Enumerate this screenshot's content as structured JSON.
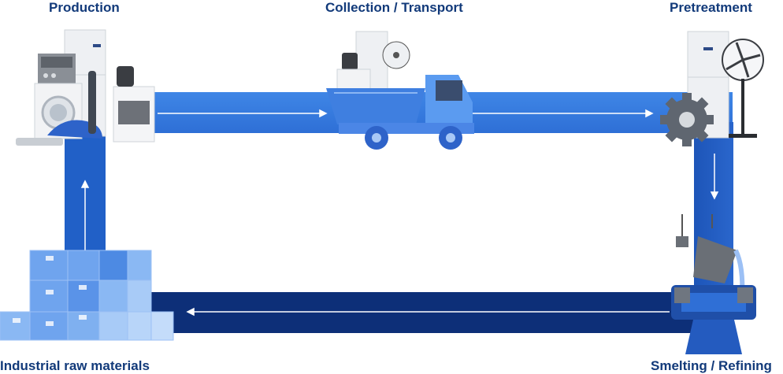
{
  "stages": {
    "production": "Production",
    "collection": "Collection / Transport",
    "pretreatment": "Pretreatment",
    "raw_materials": "Industrial raw materials",
    "smelting": "Smelting / Refining"
  },
  "colors": {
    "band_light": "#3a7fe0",
    "band_mid": "#2160c7",
    "band_dark": "#0d2f78",
    "label": "#123a7a",
    "box_light": "#7fb0f0",
    "box_mid": "#5d96e8"
  },
  "icons": {
    "production": "appliances-icon",
    "collection": "dump-truck-icon",
    "pretreatment": "gear-icon",
    "smelting": "ladle-furnace-icon",
    "raw_materials": "boxes-icon"
  }
}
